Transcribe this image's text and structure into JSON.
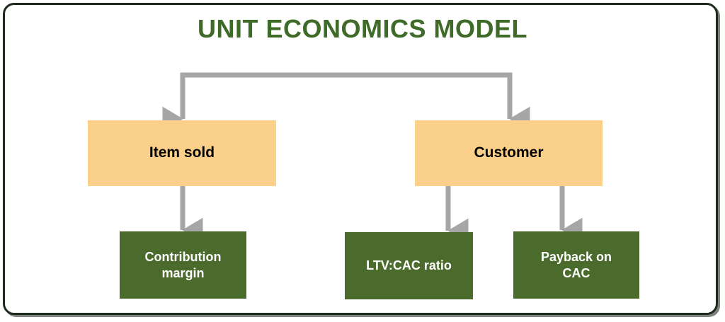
{
  "page": {
    "title": "UNIT ECONOMICS MODEL",
    "background": "#ffffff",
    "frame_color": "#1d2a1d",
    "title_color": "#3e6b28"
  },
  "palette": {
    "level1_fill": "#fbd08a",
    "level1_text": "#000000",
    "level2_fill": "#4a6b2c",
    "level2_text": "#ffffff",
    "connector": "#a6a6a6"
  },
  "diagram": {
    "type": "flowchart",
    "nodes": [
      {
        "id": "item-sold",
        "label": "Item sold",
        "level": 1
      },
      {
        "id": "customer",
        "label": "Customer",
        "level": 1
      },
      {
        "id": "contribution",
        "label": "Contribution\nmargin",
        "level": 2
      },
      {
        "id": "ltvcac",
        "label": "LTV:CAC ratio",
        "level": 2
      },
      {
        "id": "payback",
        "label": "Payback on\nCAC",
        "level": 2
      }
    ],
    "edges": [
      {
        "from": "root",
        "to": "item-sold"
      },
      {
        "from": "root",
        "to": "customer"
      },
      {
        "from": "item-sold",
        "to": "contribution"
      },
      {
        "from": "customer",
        "to": "ltvcac"
      },
      {
        "from": "customer",
        "to": "payback"
      }
    ]
  }
}
